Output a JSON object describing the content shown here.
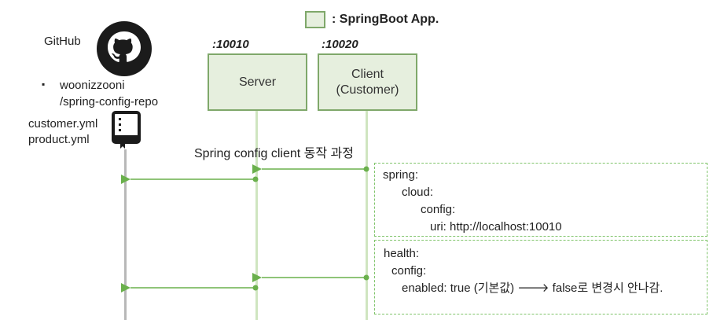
{
  "legend": {
    "label": ": SpringBoot App.",
    "fill_color": "#e6efde",
    "border_color": "#7fa86a"
  },
  "github": {
    "title": "GitHub",
    "icon": "github-icon",
    "repo_bullet": "▪",
    "repo_line1": "woonizzooni",
    "repo_line2": "/spring-config-repo",
    "file1": "customer.yml",
    "file2": "product.yml",
    "repo_icon": "repository-book-icon"
  },
  "server": {
    "port": ":10010",
    "label": "Server"
  },
  "client": {
    "port": ":10020",
    "label_line1": "Client",
    "label_line2": "(Customer)"
  },
  "caption": "Spring config client 동작 과정",
  "note1": {
    "lines": [
      "spring:",
      "cloud:",
      "config:",
      "uri:  http://localhost:10010"
    ]
  },
  "note2": {
    "lines": [
      "health:",
      "config:",
      "enabled: true (기본값) 🡒 false로 변경시 안나감."
    ]
  },
  "colors": {
    "arrow": "#6ab04c",
    "github_lifeline": "#b8b8b8",
    "app_lifeline": "#cfe5c0"
  }
}
